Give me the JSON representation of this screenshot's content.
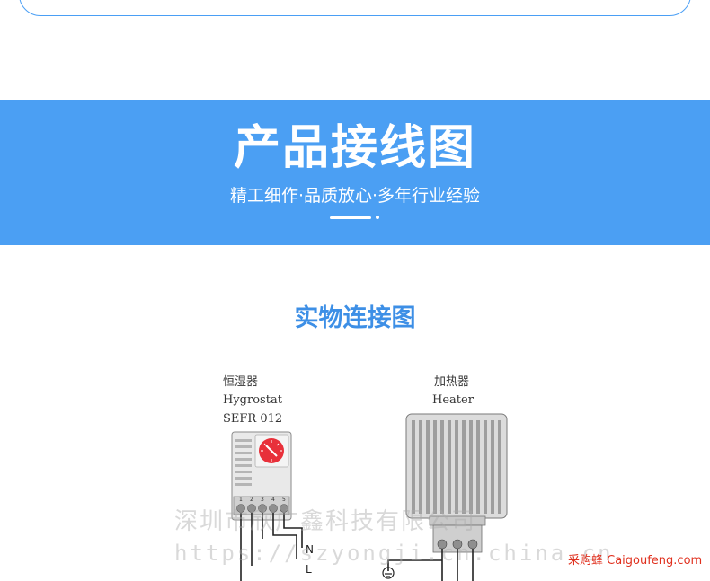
{
  "banner": {
    "title": "产品接线图",
    "subtitle": "精工细作·品质放心·多年行业经验"
  },
  "section": {
    "title": "实物连接图"
  },
  "hygrostat": {
    "label_cn": "恒湿器",
    "label_en": "Hygrostat",
    "model": "SEFR 012",
    "terminals": [
      "1",
      "2",
      "3",
      "4",
      "5"
    ],
    "wires": [
      "N",
      "L"
    ]
  },
  "heater": {
    "label_cn": "加热器",
    "label_en": "Heater"
  },
  "watermark": {
    "company": "深圳市欣广鑫科技有限公司",
    "url": "https://szyongji.cn.china.cn"
  },
  "brand": {
    "text": "采购蜂 Caigoufeng.com"
  },
  "colors": {
    "banner": "#4b9ff3",
    "section_title": "#3d8fe6",
    "dial": "#e8303a",
    "brand": "#e0301e"
  }
}
